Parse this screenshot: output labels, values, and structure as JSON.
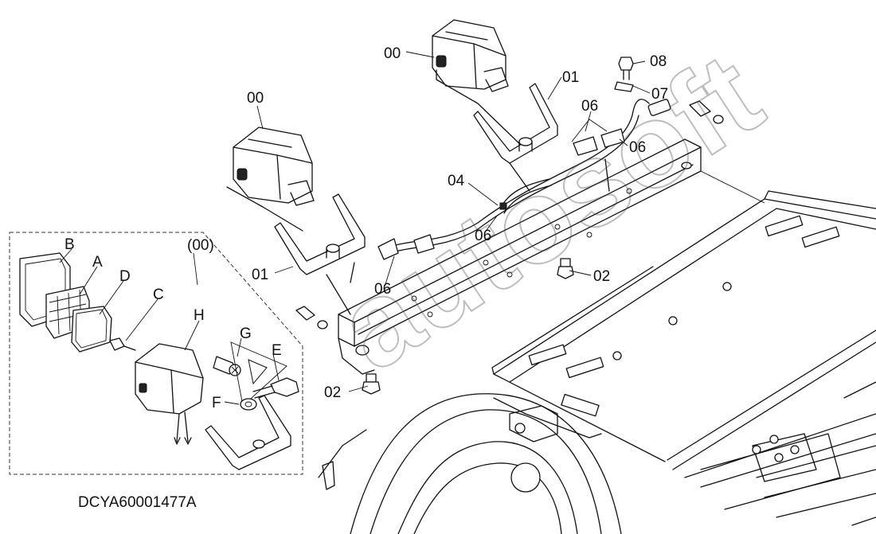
{
  "diagram": {
    "drawing_code": "DCYA60001477A",
    "watermark": "autosoft",
    "callouts": {
      "lamp_right": "00",
      "lamp_left": "00",
      "bracket_right": "01",
      "bracket_left": "01",
      "bolt_top": "08",
      "clamp_top": "07",
      "clip_a": "06",
      "clip_b": "06",
      "clip_c": "06",
      "clip_d": "06",
      "harness": "04",
      "bolt_mid": "02",
      "bolt_low": "02",
      "detail_group": "(00)",
      "part_b": "B",
      "part_a": "A",
      "part_d": "D",
      "part_c": "C",
      "part_h": "H",
      "part_g": "G",
      "part_e": "E",
      "part_f": "F"
    }
  }
}
